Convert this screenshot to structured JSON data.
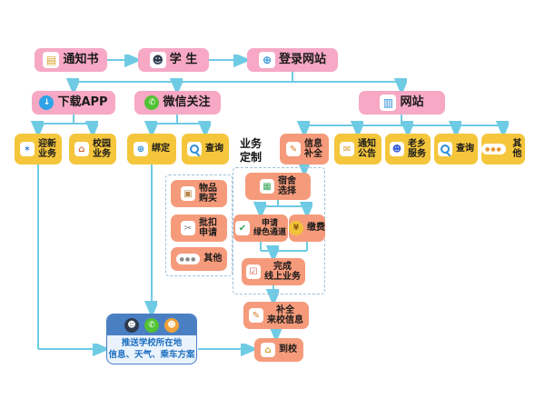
{
  "palette": {
    "pink": "#F6A8C5",
    "yellow": "#F5C63C",
    "orange": "#F59B7B",
    "line": "#6FCBE4",
    "blue-dark": "#4A7FC4",
    "blue-light": "#EAF3FC",
    "blue-text": "#1D6FC0",
    "dash": "#9FC0D8"
  },
  "nodes": {
    "notice": {
      "label": "通知书",
      "icon": "notebook-icon"
    },
    "student": {
      "label": "学 生",
      "icon": "student-icon"
    },
    "login": {
      "label": "登录网站",
      "icon": "globe-icon"
    },
    "download_app": {
      "label": "下载APP",
      "icon": "app-download-icon"
    },
    "wechat_follow": {
      "label": "微信关注",
      "icon": "wechat-icon"
    },
    "website": {
      "label": "网站",
      "icon": "monitor-icon"
    },
    "welcome_service": {
      "label": "迎新\n业务",
      "icon": "star-icon"
    },
    "campus_service": {
      "label": "校园\n业务",
      "icon": "campus-icon"
    },
    "bind": {
      "label": "绑定",
      "icon": "globe-icon"
    },
    "query_wechat": {
      "label": "查询",
      "icon": "search-icon"
    },
    "biz_customize": {
      "label": "业务\n定制"
    },
    "info_complete": {
      "label": "信息\n补全",
      "icon": "pencil-icon"
    },
    "notice_board": {
      "label": "通知\n公告",
      "icon": "mail-icon"
    },
    "fellow_service": {
      "label": "老乡\n服务",
      "icon": "people-icon"
    },
    "query_web": {
      "label": "查询",
      "icon": "search-icon"
    },
    "other_web": {
      "label": "其他",
      "icon": "dots-icon"
    },
    "dorm_select": {
      "label": "宿舍\n选择",
      "icon": "bunkbed-icon"
    },
    "item_purchase": {
      "label": "物品\n购买",
      "icon": "package-icon"
    },
    "batch_deduct": {
      "label": "批扣\n申请",
      "icon": "scissors-icon"
    },
    "other_offline": {
      "label": "其他",
      "icon": "dots-icon"
    },
    "green_channel": {
      "label": "申请\n绿色通道",
      "icon": "check-icon"
    },
    "pay_fee": {
      "label": "缴费",
      "icon": "moneybag-icon"
    },
    "finish_online": {
      "label": "完成\n线上业务",
      "icon": "card-icon"
    },
    "fill_arrival": {
      "label": "补全\n来校信息",
      "icon": "pencil-icon"
    },
    "arrive": {
      "label": "到校",
      "icon": "schoolbag-icon"
    },
    "push_info": {
      "label": "推送学校所在地\n信息、天气、乘车方案",
      "icons": [
        "social-app-icon",
        "wechat-icon",
        "social-app-icon"
      ]
    }
  }
}
